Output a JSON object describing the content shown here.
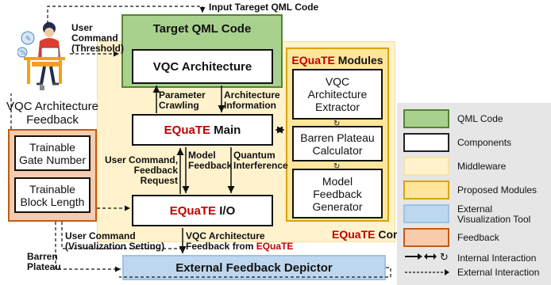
{
  "title_target": "Target QML Code",
  "input_label": "Input Tareget QML Code",
  "user_command_threshold": [
    "User",
    "Command",
    "(Threshold)"
  ],
  "vqc_arch_box": "VQC Architecture",
  "param_crawling": [
    "Parameter",
    "Crawling"
  ],
  "arch_info": [
    "Architecture",
    "Information"
  ],
  "main_brand": "EQuaTE",
  "main_suffix": "Main",
  "io_brand": "EQuaTE",
  "io_suffix": "I/O",
  "modules_brand": "EQuaTE",
  "modules_suffix": "Modules",
  "module_extractor": [
    "VQC",
    "Architecture",
    "Extractor"
  ],
  "module_calculator": [
    "Barren Plateau",
    "Calculator"
  ],
  "module_generator": [
    "Model",
    "Feedback",
    "Generator"
  ],
  "core_brand": "EQuaTE",
  "core_suffix": "Core",
  "feedback_title": [
    "VQC Architecture",
    "Feedback"
  ],
  "trainable_gate": [
    "Trainable",
    "Gate Number"
  ],
  "trainable_block": [
    "Trainable",
    "Block Length"
  ],
  "user_cmd_feedback": [
    "User Command,",
    "Feedback",
    "Request"
  ],
  "model_feedback": [
    "Model",
    "Feedback"
  ],
  "quantum_interference": [
    "Quantum",
    "Interference"
  ],
  "user_cmd_vis": [
    "User Command",
    "(Visualization Setting)"
  ],
  "vqc_arch_out": "VQC Architecture",
  "feedback_from": "Feedback from",
  "feedback_from_brand": "EQuaTE",
  "barren_plateau": [
    "Barren",
    "Plateau"
  ],
  "external_depictor": "External Feedback Depictor",
  "legend": [
    {
      "label": "QML Code",
      "fill": "#a9d18e",
      "border": "#548235"
    },
    {
      "label": "Components",
      "fill": "#ffffff",
      "border": "#222222"
    },
    {
      "label": "Middleware",
      "fill": "#fff2cc",
      "border": "#f4e3a8"
    },
    {
      "label": "Proposed Modules",
      "fill": "#ffe699",
      "border": "#d9a400"
    },
    {
      "label": "External Visualization Tool",
      "fill": "#bdd7ee",
      "border": "#9dc3e6"
    },
    {
      "label": "Feedback",
      "fill": "#f8cbad",
      "border": "#c55a11"
    }
  ],
  "legend_internal": "Internal Interaction",
  "legend_external": "External Interaction"
}
